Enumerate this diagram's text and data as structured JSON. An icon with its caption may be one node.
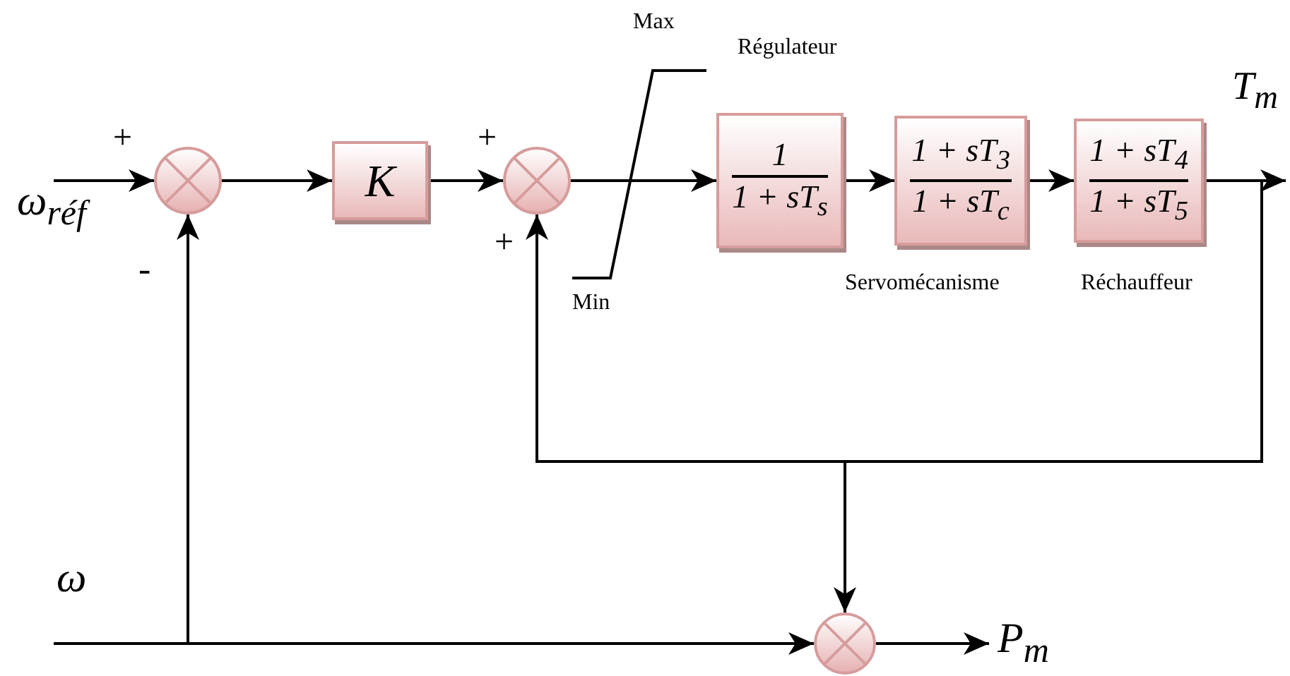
{
  "diagram": {
    "nodes": [
      {
        "text": [
          "ω$_{réf}$"
        ]
      },
      {
        "text": [],
        "shape": "circle"
      },
      {
        "text": [
          "K"
        ]
      },
      {
        "text": [],
        "shape": "circle"
      },
      {
        "text": [
          "1",
          "1 + sT$_{s}$"
        ],
        "beside": [
          "Régulateur"
        ]
      },
      {
        "text": [
          "1 + sT$_{3}$",
          "1 + sT$_{c}$"
        ],
        "beside": [
          "Servomécanisme"
        ]
      },
      {
        "text": [
          "1 + sT$_{4}$",
          "1 + sT$_{5}$"
        ],
        "beside": [
          "Réchauffeur"
        ]
      },
      {
        "text": [
          "ω"
        ]
      },
      {
        "text": [],
        "shape": "circle"
      },
      {
        "text": [
          "P$_{m}$"
        ]
      }
    ],
    "edges": [
      {
        "from": 0,
        "to": 1,
        "arrow": "to"
      },
      {
        "from": 1,
        "to": 2,
        "arrow": "to"
      },
      {
        "from": 2,
        "to": 3,
        "arrow": "to"
      },
      {
        "from": 3,
        "to": 4,
        "arrow": "to"
      },
      {
        "from": 4,
        "to": 5,
        "arrow": "to"
      },
      {
        "from": 5,
        "to": 6,
        "arrow": "to"
      },
      {
        "from": 6,
        "to": null,
        "arrow": "to"
      },
      {
        "from": 6,
        "to": 3,
        "arrow": "to"
      },
      {
        "from": 6,
        "to": 8,
        "arrow": "to"
      },
      {
        "from": 7,
        "to": 8,
        "arrow": "to"
      },
      {
        "from": 7,
        "to": 1,
        "arrow": "to"
      },
      {
        "from": 8,
        "to": 9,
        "arrow": "to"
      }
    ],
    "labels": [
      "Max",
      "T$_{m}$",
      "+",
      "+",
      "+",
      "-",
      "Min"
    ]
  }
}
